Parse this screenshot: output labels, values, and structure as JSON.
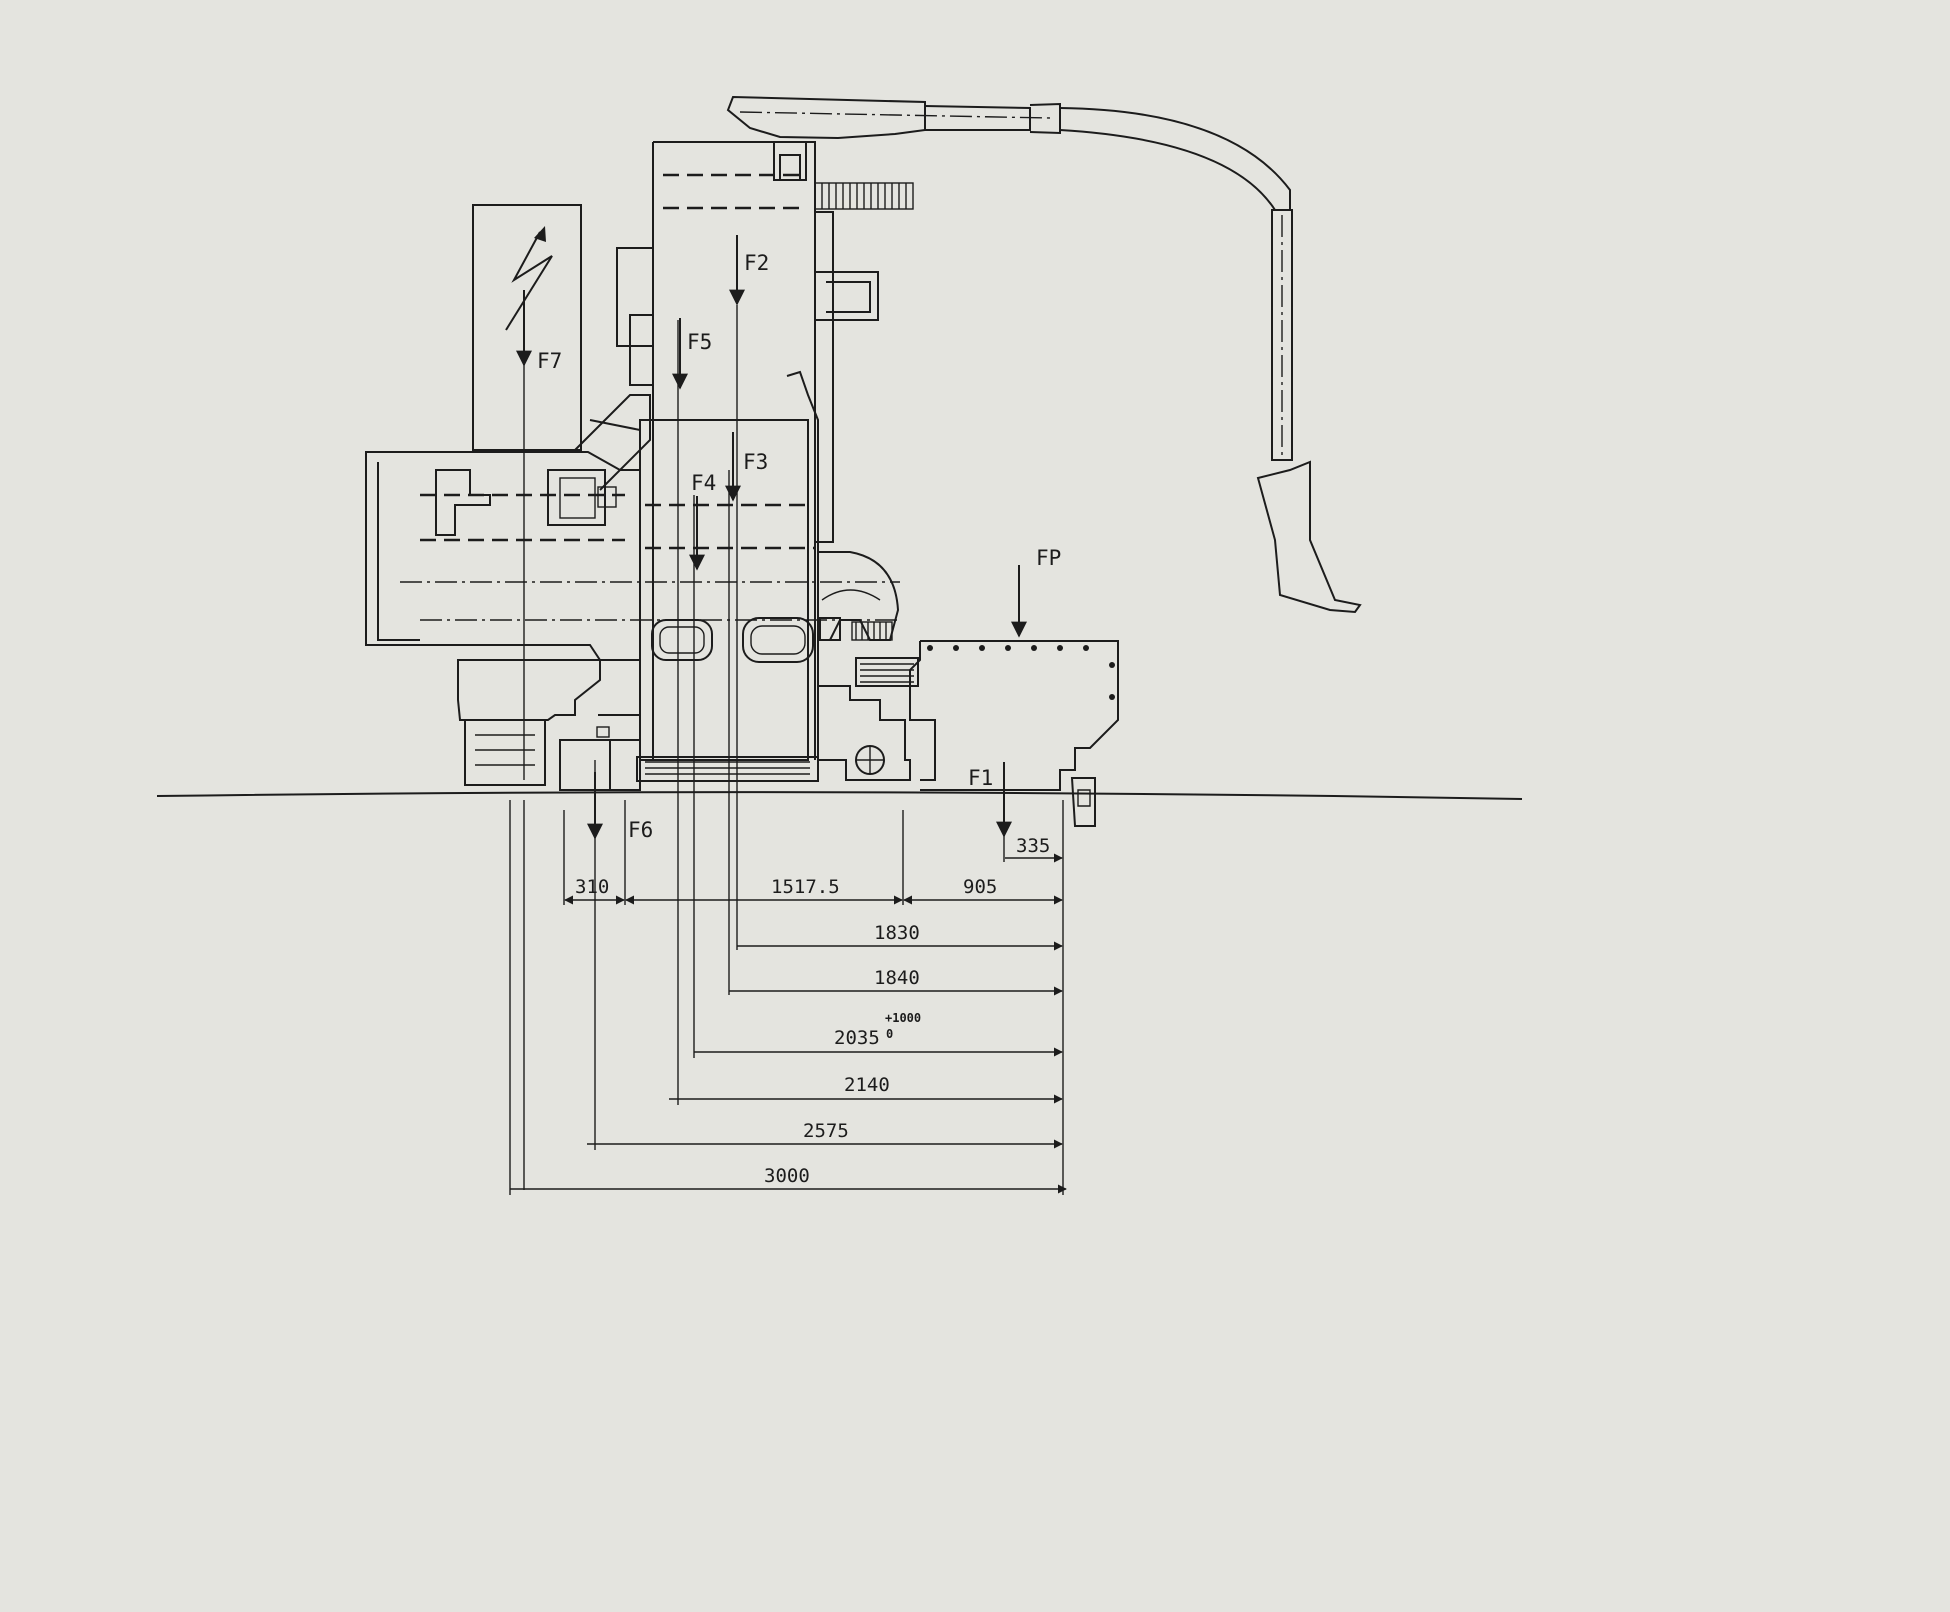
{
  "forces": {
    "f1": "F1",
    "f2": "F2",
    "f3": "F3",
    "f4": "F4",
    "f5": "F5",
    "f6": "F6",
    "f7": "F7",
    "fp": "FP"
  },
  "dimensions": {
    "d335": "335",
    "d310": "310",
    "d1517": "1517.5",
    "d905": "905",
    "d1830": "1830",
    "d1840": "1840",
    "d2035": "2035",
    "d2035_tol_upper": "+1000",
    "d2035_tol_lower": "0",
    "d2140": "2140",
    "d2575": "2575",
    "d3000": "3000"
  },
  "icons": {
    "electrical": "lightning-bolt-icon"
  },
  "colors": {
    "paper": "#e4e4df",
    "ink": "#1c1c1c"
  }
}
